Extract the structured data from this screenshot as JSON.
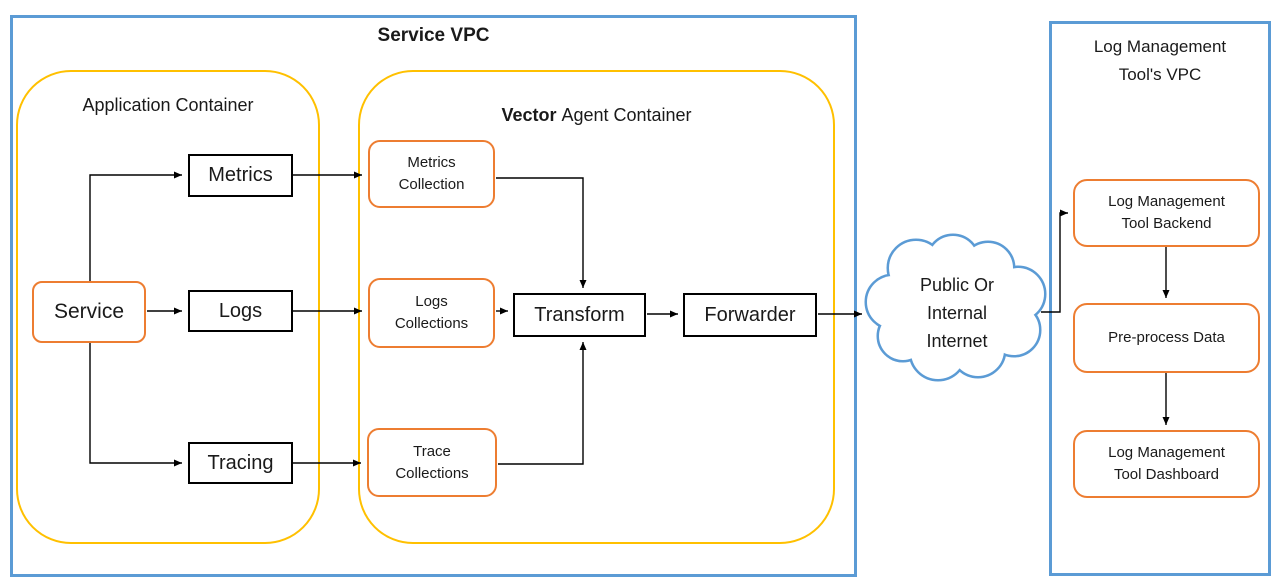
{
  "colors": {
    "vpc_border": "#5B9BD5",
    "container_border": "#FFC000",
    "node_border": "#ED7D31",
    "box_border": "#000000",
    "cloud_stroke": "#5B9BD5"
  },
  "service_vpc": {
    "title": "Service VPC",
    "application_container": {
      "title": "Application Container",
      "service": "Service",
      "metrics": "Metrics",
      "logs": "Logs",
      "tracing": "Tracing"
    },
    "vector_container": {
      "title_bold": "Vector",
      "title_rest": "Agent Container",
      "metrics_collection": "Metrics\nCollection",
      "logs_collections": "Logs\nCollections",
      "trace_collections": "Trace\nCollections",
      "transform": "Transform",
      "forwarder": "Forwarder"
    }
  },
  "internet": {
    "label": "Public Or\nInternal\nInternet"
  },
  "log_vpc": {
    "title": "Log Management\nTool's VPC",
    "backend": "Log Management\nTool Backend",
    "preprocess": "Pre-process Data",
    "dashboard": "Log Management\nTool Dashboard"
  }
}
